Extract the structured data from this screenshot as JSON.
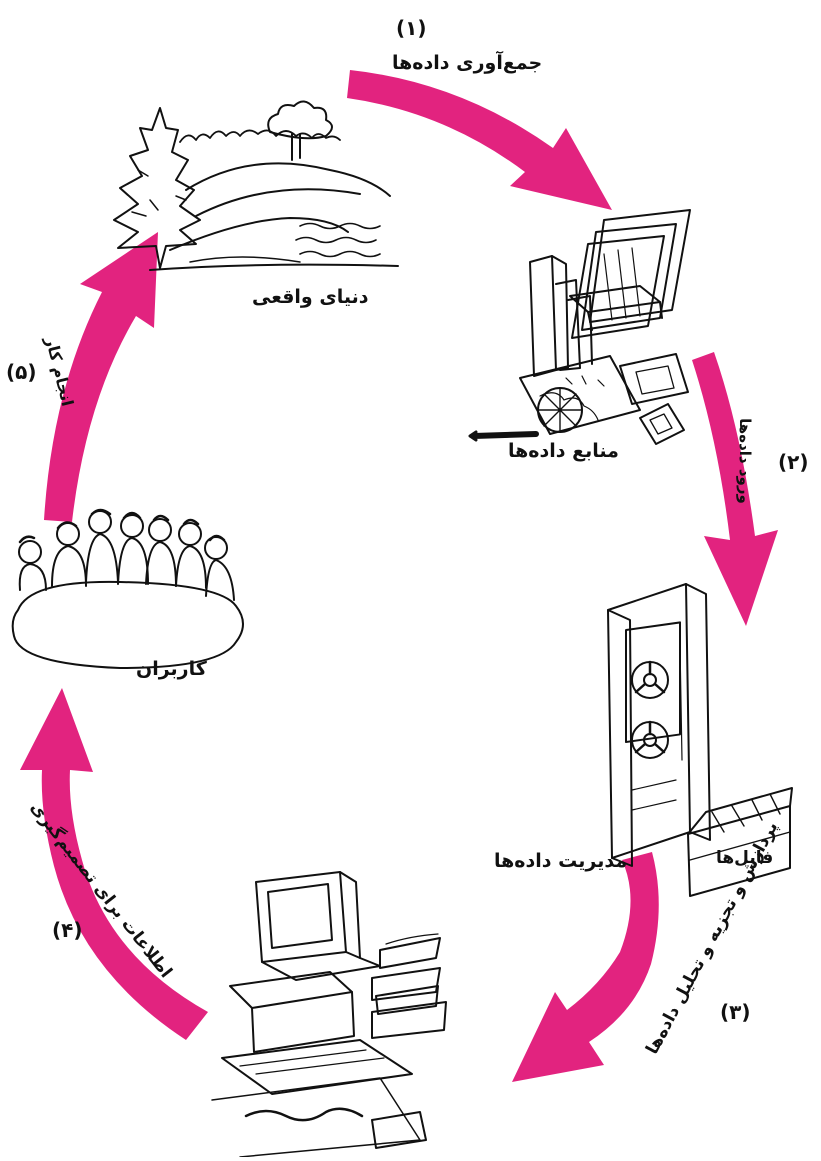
{
  "colors": {
    "arrow": "#e2237f",
    "ink": "#111111"
  },
  "steps": [
    {
      "number": "(۱)",
      "label": "جمع‌آوری داده‌ها"
    },
    {
      "number": "(۲)",
      "label": "ورود داده‌ها"
    },
    {
      "number": "(۳)",
      "label": "پردازش و تجزیه و تحلیل داده‌ها"
    },
    {
      "number": "(۴)",
      "label": "اطلاعات برای تصمیم‌گیری"
    },
    {
      "number": "(۵)",
      "label": "انجام کار"
    }
  ],
  "nodes": {
    "real_world": "دنیای واقعی",
    "data_sources": "منابع داده‌ها",
    "data_management": "مدیریت داده‌ها",
    "files": "فایل‌ها",
    "users": "کاربران"
  }
}
